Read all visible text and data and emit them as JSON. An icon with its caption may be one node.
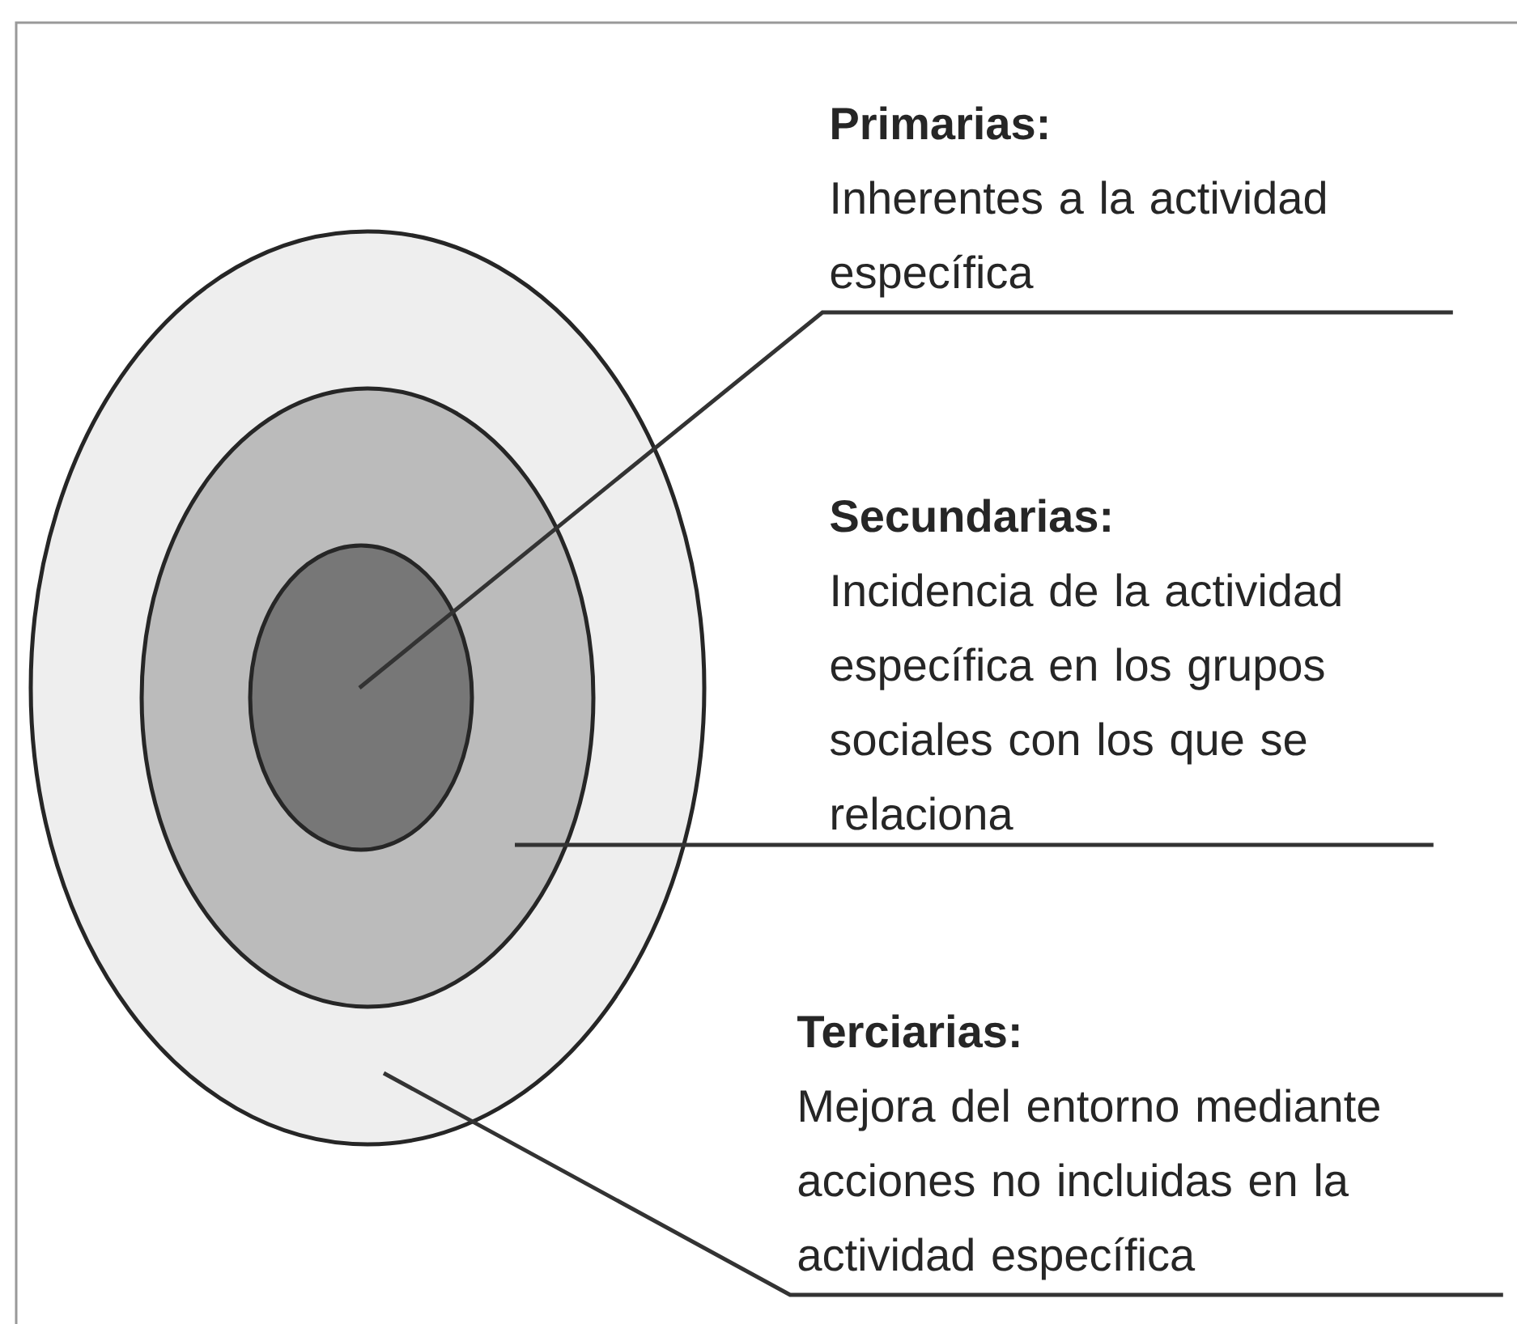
{
  "diagram": {
    "nodes": [
      {
        "text": [],
        "shape": "ellipse"
      },
      {
        "text": [],
        "shape": "ellipse",
        "in": 0
      },
      {
        "text": [],
        "shape": "ellipse",
        "in": 1
      },
      {
        "text": [
          "Primarias:",
          "Inherentes a la actividad específica"
        ]
      },
      {
        "text": [
          "Secundarias:",
          "Incidencia de la actividad específica en los grupos sociales con los que se relaciona"
        ]
      },
      {
        "text": [
          "Terciarias:",
          "Mejora del entorno mediante acciones no incluidas en la actividad específica"
        ]
      }
    ],
    "edges": [
      {
        "from": 3,
        "to": 2,
        "arrow": "none"
      },
      {
        "from": 4,
        "to": 1,
        "arrow": "none"
      },
      {
        "from": 5,
        "to": 0,
        "arrow": "none"
      }
    ]
  }
}
